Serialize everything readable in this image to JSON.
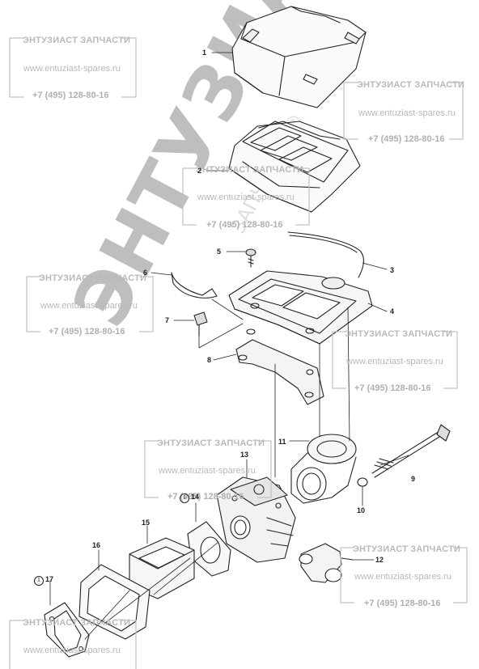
{
  "watermark": {
    "title": "ЭНТУЗИАСТ ЗАПЧАСТИ",
    "url": "www.entuziast-spares.ru",
    "phone": "+7 (495) 128-80-16",
    "big_text": "ЭНТУЗИАСТ",
    "big_sub": "ЗАПЧАСТИ ®"
  },
  "callouts": {
    "c1": "1",
    "c2": "2",
    "c3": "3",
    "c4": "4",
    "c5": "5",
    "c6": "6",
    "c7": "7",
    "c8": "8",
    "c9": "9",
    "c10": "10",
    "c11": "11",
    "c12": "12",
    "c13": "13",
    "c14": "14",
    "c15": "15",
    "c16": "16",
    "c17": "17"
  },
  "colors": {
    "line": "#222222",
    "watermark": "#b9b9b9",
    "big_watermark": "#8a8a8a",
    "shade": "#d9d9d9"
  }
}
